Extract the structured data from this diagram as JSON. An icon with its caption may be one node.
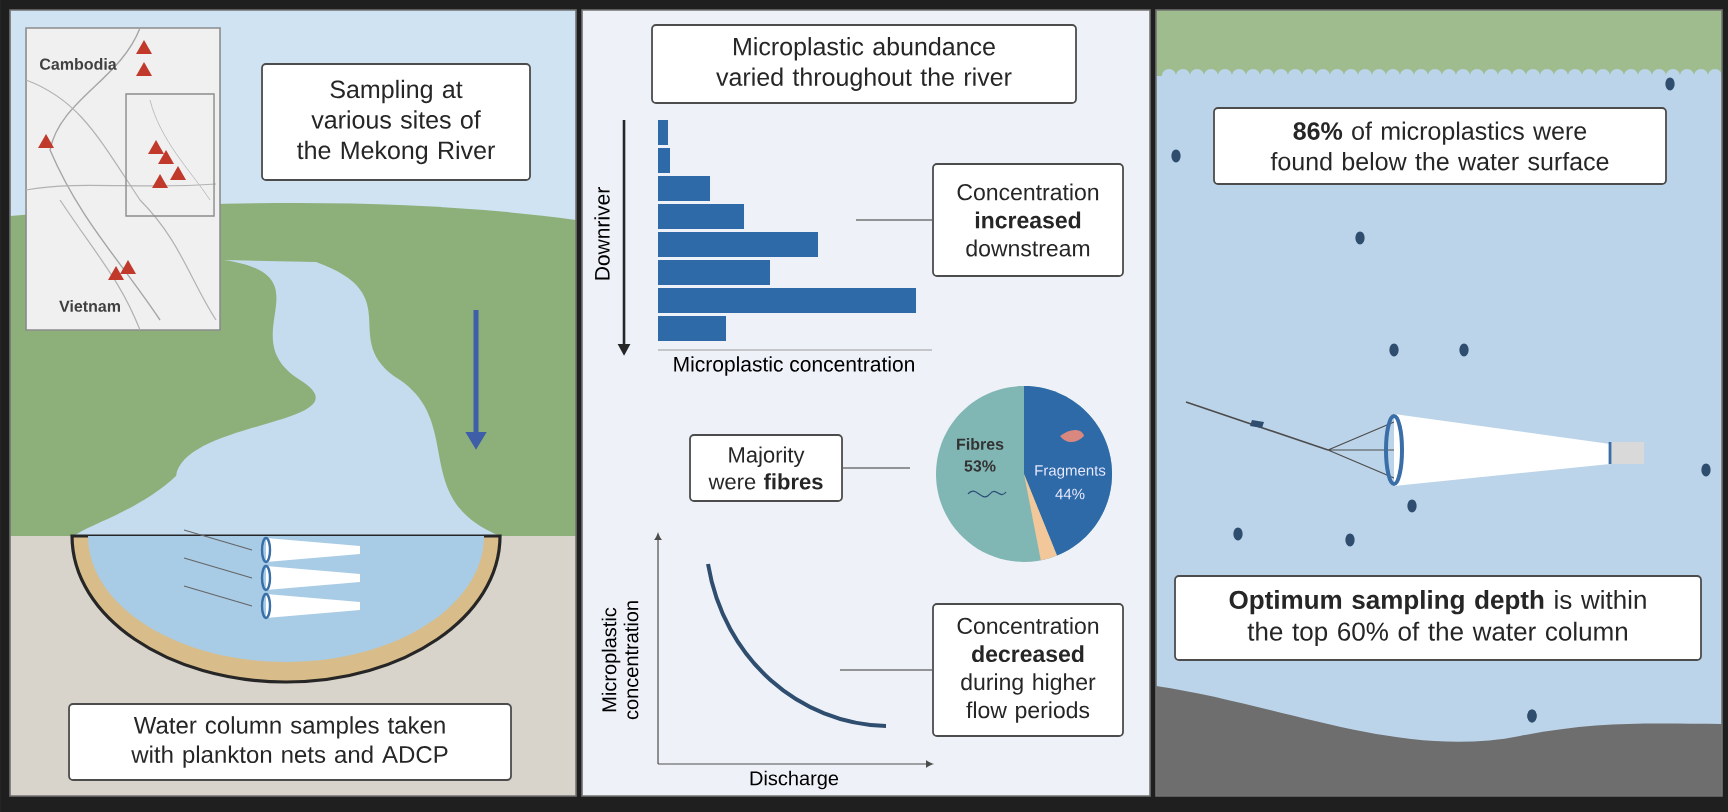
{
  "diagram": {
    "nodes": [
      {
        "text": [
          "Sampling at various sites of the Mekong River"
        ]
      },
      {
        "text": [
          "Water column samples taken with plankton nets and ADCP"
        ]
      },
      {
        "text": [
          "Microplastic abundance varied throughout the river"
        ]
      },
      {
        "text": [
          "Concentration **increased** downstream"
        ]
      },
      {
        "text": [
          "Majority were **fibres**"
        ]
      },
      {
        "text": [
          "Concentration **decreased** during higher flow periods"
        ]
      },
      {
        "text": [
          "**86%** of microplastics were found below the water surface"
        ]
      },
      {
        "text": [
          "**Optimum sampling depth** is within the top 60% of the water column"
        ]
      }
    ],
    "edges": [
      {
        "from": 3,
        "to": null,
        "arrow": "none"
      },
      {
        "from": 4,
        "to": null,
        "arrow": "none"
      },
      {
        "from": 5,
        "to": null,
        "arrow": "none"
      }
    ],
    "labels": [
      "Cambodia",
      "Vietnam",
      "Downriver",
      "Microplastic concentration",
      "Fibres",
      "53%",
      "Fragments",
      "44%",
      "Microplastic concentration",
      "Discharge"
    ]
  }
}
